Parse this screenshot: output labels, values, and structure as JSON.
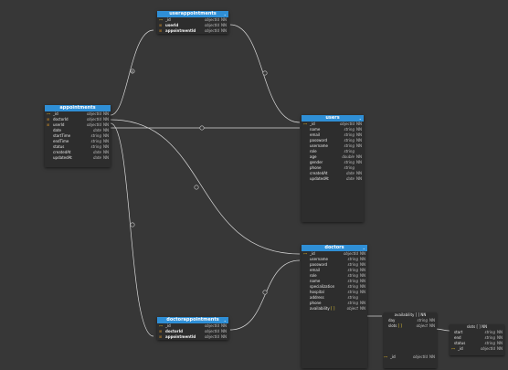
{
  "colors": {
    "header": "#2f8fd6",
    "canvas": "#373737",
    "entity_bg": "#2d2d2d",
    "link": "#d8d8d8",
    "key": "#c9a227"
  },
  "watermark": [
    "",
    "",
    ""
  ],
  "relation_marker": "⊖",
  "userappointments": {
    "title": "userappointments",
    "fields": [
      {
        "key": "⊶",
        "name": "_id",
        "type": "objectId",
        "nn": "NN"
      },
      {
        "key": "⊞",
        "name": "userId",
        "type": "objectId",
        "nn": "NN"
      },
      {
        "key": "⊞",
        "name": "appointmentId",
        "type": "objectId",
        "nn": "NN"
      }
    ]
  },
  "appointments": {
    "title": "appointments",
    "fields": [
      {
        "key": "⊶",
        "name": "_id",
        "type": "objectId",
        "nn": "NN"
      },
      {
        "key": "⊞",
        "name": "doctorId",
        "type": "objectId",
        "nn": "NN"
      },
      {
        "key": "⊞",
        "name": "userId",
        "type": "objectId",
        "nn": "NN"
      },
      {
        "key": "",
        "name": "date",
        "type": "date",
        "nn": "NN"
      },
      {
        "key": "",
        "name": "startTime",
        "type": "string",
        "nn": "NN"
      },
      {
        "key": "",
        "name": "endTime",
        "type": "string",
        "nn": "NN"
      },
      {
        "key": "",
        "name": "status",
        "type": "string",
        "nn": "NN"
      },
      {
        "key": "",
        "name": "createdAt",
        "type": "date",
        "nn": "NN"
      },
      {
        "key": "",
        "name": "updatedAt",
        "type": "date",
        "nn": "NN"
      }
    ]
  },
  "users": {
    "title": "users",
    "fields": [
      {
        "key": "⊶",
        "name": "_id",
        "type": "objectId",
        "nn": "NN"
      },
      {
        "key": "",
        "name": "name",
        "type": "string",
        "nn": "NN"
      },
      {
        "key": "",
        "name": "email",
        "type": "string",
        "nn": "NN"
      },
      {
        "key": "",
        "name": "password",
        "type": "string",
        "nn": "NN"
      },
      {
        "key": "",
        "name": "username",
        "type": "string",
        "nn": "NN"
      },
      {
        "key": "",
        "name": "role",
        "type": "string",
        "nn": ""
      },
      {
        "key": "",
        "name": "age",
        "type": "double",
        "nn": "NN"
      },
      {
        "key": "",
        "name": "gender",
        "type": "string",
        "nn": "NN"
      },
      {
        "key": "",
        "name": "phone",
        "type": "string",
        "nn": ""
      },
      {
        "key": "",
        "name": "createdAt",
        "type": "date",
        "nn": "NN"
      },
      {
        "key": "",
        "name": "updatedAt",
        "type": "date",
        "nn": "NN"
      }
    ]
  },
  "doctors": {
    "title": "doctors",
    "fields": [
      {
        "key": "⊶",
        "name": "_id",
        "type": "objectId",
        "nn": "NN"
      },
      {
        "key": "",
        "name": "username",
        "type": "string",
        "nn": "NN"
      },
      {
        "key": "",
        "name": "password",
        "type": "string",
        "nn": "NN"
      },
      {
        "key": "",
        "name": "email",
        "type": "string",
        "nn": "NN"
      },
      {
        "key": "",
        "name": "role",
        "type": "string",
        "nn": "NN"
      },
      {
        "key": "",
        "name": "name",
        "type": "string",
        "nn": "NN"
      },
      {
        "key": "",
        "name": "specialization",
        "type": "string",
        "nn": "NN"
      },
      {
        "key": "",
        "name": "hospital",
        "type": "string",
        "nn": "NN"
      },
      {
        "key": "",
        "name": "address",
        "type": "string",
        "nn": ""
      },
      {
        "key": "",
        "name": "phone",
        "type": "string",
        "nn": "NN"
      },
      {
        "key": "",
        "name": "availability",
        "brk": "[ ]",
        "type": "object",
        "nn": "NN"
      }
    ],
    "extra_field": {
      "key": "⊶",
      "name": "_id",
      "type": "objectId",
      "nn": "NN"
    }
  },
  "doctorappointments": {
    "title": "doctorappointments",
    "fields": [
      {
        "key": "⊶",
        "name": "_id",
        "type": "objectId",
        "nn": "NN"
      },
      {
        "key": "⊞",
        "name": "doctorId",
        "type": "objectId",
        "nn": "NN"
      },
      {
        "key": "⊞",
        "name": "appointmentId",
        "type": "objectId",
        "nn": "NN"
      }
    ]
  },
  "availability": {
    "title": "availability",
    "brk": "[ ]",
    "nn": "NN",
    "fields": [
      {
        "name": "day",
        "type": "string",
        "nn": "NN"
      },
      {
        "name": "slots",
        "brk": "[ ]",
        "type": "object",
        "nn": "NN"
      }
    ]
  },
  "slots": {
    "title": "slots",
    "brk": "[ ]",
    "nn": "NN",
    "fields": [
      {
        "key": "",
        "name": "start",
        "type": "string",
        "nn": "NN"
      },
      {
        "key": "",
        "name": "end",
        "type": "string",
        "nn": "NN"
      },
      {
        "key": "",
        "name": "status",
        "type": "string",
        "nn": "NN"
      },
      {
        "key": "⊶",
        "name": "_id",
        "type": "objectId",
        "nn": "NN"
      }
    ]
  }
}
